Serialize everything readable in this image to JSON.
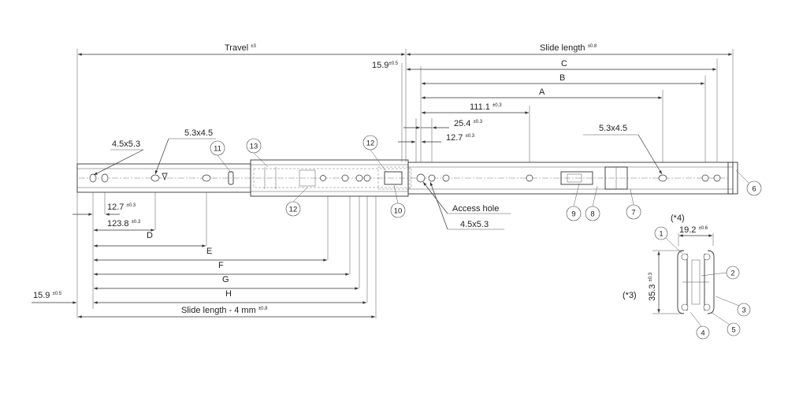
{
  "diagram": {
    "top_dimensions": {
      "travel": {
        "text": "Travel",
        "tol": "±3"
      },
      "slide_length": {
        "text": "Slide length",
        "tol": "±0.8"
      },
      "offset_159_top": {
        "text": "15.9",
        "tol": "±0.5"
      },
      "c": "C",
      "b": "B",
      "a": "A",
      "d1111": {
        "text": "111.1",
        "tol": "±0.3"
      },
      "d254": {
        "text": "25.4",
        "tol": "±0.3"
      },
      "d127_top": {
        "text": "12.7",
        "tol": "±0.3"
      }
    },
    "hole_labels": {
      "left_45x53": "4.5x5.3",
      "left_53x45": "5.3x4.5",
      "right_53x45": "5.3x4.5",
      "access_hole": "Access hole",
      "access_45x53": "4.5x5.3"
    },
    "bottom_dimensions": {
      "d127_bottom": {
        "text": "12.7",
        "tol": "±0.3"
      },
      "d1238": {
        "text": "123.8",
        "tol": "±0.3"
      },
      "d": "D",
      "e": "E",
      "f": "F",
      "g": "G",
      "h": "H",
      "offset_159_bottom": {
        "text": "15.9",
        "tol": "±0.5"
      },
      "slide_length_minus": {
        "text": "Slide length - 4 mm",
        "tol": "±0.8"
      }
    },
    "callouts": {
      "c1": "1",
      "c2": "2",
      "c3": "3",
      "c4": "4",
      "c5": "5",
      "c6": "6",
      "c7": "7",
      "c8": "8",
      "c9": "9",
      "c10": "10",
      "c11": "11",
      "c12a": "12",
      "c12b": "12",
      "c13": "13"
    },
    "section": {
      "note3": "(*3)",
      "note4": "(*4)",
      "width": {
        "text": "19.2",
        "tol": "±0.6"
      },
      "height": {
        "text": "35.3",
        "tol": "±0.3"
      }
    }
  }
}
